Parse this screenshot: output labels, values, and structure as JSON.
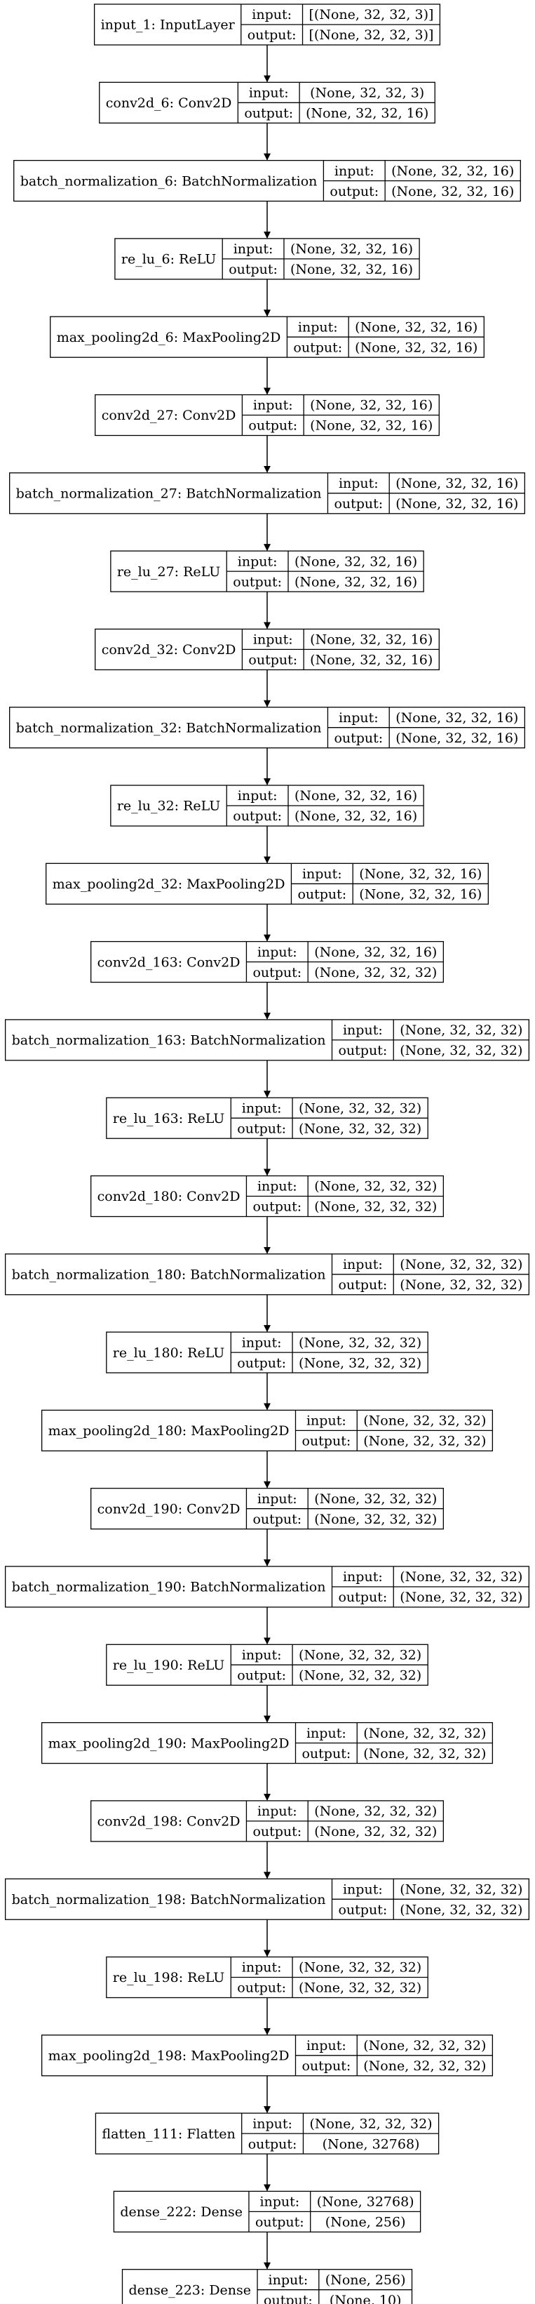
{
  "labels": {
    "input": "input:",
    "output": "output:"
  },
  "layers": [
    {
      "name": "input_1: InputLayer",
      "input": "[(None, 32, 32, 3)]",
      "output": "[(None, 32, 32, 3)]"
    },
    {
      "name": "conv2d_6: Conv2D",
      "input": "(None, 32, 32, 3)",
      "output": "(None, 32, 32, 16)"
    },
    {
      "name": "batch_normalization_6: BatchNormalization",
      "input": "(None, 32, 32, 16)",
      "output": "(None, 32, 32, 16)"
    },
    {
      "name": "re_lu_6: ReLU",
      "input": "(None, 32, 32, 16)",
      "output": "(None, 32, 32, 16)"
    },
    {
      "name": "max_pooling2d_6: MaxPooling2D",
      "input": "(None, 32, 32, 16)",
      "output": "(None, 32, 32, 16)"
    },
    {
      "name": "conv2d_27: Conv2D",
      "input": "(None, 32, 32, 16)",
      "output": "(None, 32, 32, 16)"
    },
    {
      "name": "batch_normalization_27: BatchNormalization",
      "input": "(None, 32, 32, 16)",
      "output": "(None, 32, 32, 16)"
    },
    {
      "name": "re_lu_27: ReLU",
      "input": "(None, 32, 32, 16)",
      "output": "(None, 32, 32, 16)"
    },
    {
      "name": "conv2d_32: Conv2D",
      "input": "(None, 32, 32, 16)",
      "output": "(None, 32, 32, 16)"
    },
    {
      "name": "batch_normalization_32: BatchNormalization",
      "input": "(None, 32, 32, 16)",
      "output": "(None, 32, 32, 16)"
    },
    {
      "name": "re_lu_32: ReLU",
      "input": "(None, 32, 32, 16)",
      "output": "(None, 32, 32, 16)"
    },
    {
      "name": "max_pooling2d_32: MaxPooling2D",
      "input": "(None, 32, 32, 16)",
      "output": "(None, 32, 32, 16)"
    },
    {
      "name": "conv2d_163: Conv2D",
      "input": "(None, 32, 32, 16)",
      "output": "(None, 32, 32, 32)"
    },
    {
      "name": "batch_normalization_163: BatchNormalization",
      "input": "(None, 32, 32, 32)",
      "output": "(None, 32, 32, 32)"
    },
    {
      "name": "re_lu_163: ReLU",
      "input": "(None, 32, 32, 32)",
      "output": "(None, 32, 32, 32)"
    },
    {
      "name": "conv2d_180: Conv2D",
      "input": "(None, 32, 32, 32)",
      "output": "(None, 32, 32, 32)"
    },
    {
      "name": "batch_normalization_180: BatchNormalization",
      "input": "(None, 32, 32, 32)",
      "output": "(None, 32, 32, 32)"
    },
    {
      "name": "re_lu_180: ReLU",
      "input": "(None, 32, 32, 32)",
      "output": "(None, 32, 32, 32)"
    },
    {
      "name": "max_pooling2d_180: MaxPooling2D",
      "input": "(None, 32, 32, 32)",
      "output": "(None, 32, 32, 32)"
    },
    {
      "name": "conv2d_190: Conv2D",
      "input": "(None, 32, 32, 32)",
      "output": "(None, 32, 32, 32)"
    },
    {
      "name": "batch_normalization_190: BatchNormalization",
      "input": "(None, 32, 32, 32)",
      "output": "(None, 32, 32, 32)"
    },
    {
      "name": "re_lu_190: ReLU",
      "input": "(None, 32, 32, 32)",
      "output": "(None, 32, 32, 32)"
    },
    {
      "name": "max_pooling2d_190: MaxPooling2D",
      "input": "(None, 32, 32, 32)",
      "output": "(None, 32, 32, 32)"
    },
    {
      "name": "conv2d_198: Conv2D",
      "input": "(None, 32, 32, 32)",
      "output": "(None, 32, 32, 32)"
    },
    {
      "name": "batch_normalization_198: BatchNormalization",
      "input": "(None, 32, 32, 32)",
      "output": "(None, 32, 32, 32)"
    },
    {
      "name": "re_lu_198: ReLU",
      "input": "(None, 32, 32, 32)",
      "output": "(None, 32, 32, 32)"
    },
    {
      "name": "max_pooling2d_198: MaxPooling2D",
      "input": "(None, 32, 32, 32)",
      "output": "(None, 32, 32, 32)"
    },
    {
      "name": "flatten_111: Flatten",
      "input": "(None, 32, 32, 32)",
      "output": "(None, 32768)"
    },
    {
      "name": "dense_222: Dense",
      "input": "(None, 32768)",
      "output": "(None, 256)"
    },
    {
      "name": "dense_223: Dense",
      "input": "(None, 256)",
      "output": "(None, 10)"
    }
  ]
}
